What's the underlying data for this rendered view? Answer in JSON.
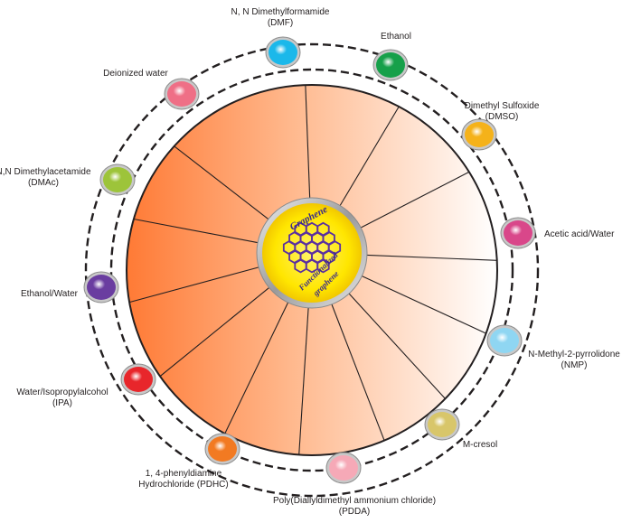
{
  "center": {
    "top_label": "Graphene",
    "bottom_label_line1": "Functionalized",
    "bottom_label_line2": "graphene"
  },
  "colors": {
    "wheel_dark": "#ff7a35",
    "wheel_light": "#ffffff",
    "center_fill": "#ffe600",
    "hexagon": "#5a2fa0"
  },
  "solvents": [
    {
      "line1": "N, N Dimethylformamide",
      "line2": "(DMF)",
      "color": "#1bb8ea"
    },
    {
      "line1": "Ethanol",
      "line2": "",
      "color": "#16a04a"
    },
    {
      "line1": "Dimethyl Sulfoxide",
      "line2": "(DMSO)",
      "color": "#f5b21a"
    },
    {
      "line1": "Acetic acid/Water",
      "line2": "",
      "color": "#d9478a"
    },
    {
      "line1": "N-Methyl-2-pyrrolidone",
      "line2": "(NMP)",
      "color": "#8fd6f2"
    },
    {
      "line1": "M-cresol",
      "line2": "",
      "color": "#d8c66a"
    },
    {
      "line1": "Poly(Diallyldimethyl ammonium chloride)",
      "line2": "(PDDA)",
      "color": "#f6a9b7"
    },
    {
      "line1": "1, 4-phenyldiamine",
      "line2": "Hydrochloride (PDHC)",
      "color": "#f27a22"
    },
    {
      "line1": "Water/Isopropylalcohol",
      "line2": "(IPA)",
      "color": "#e8262b"
    },
    {
      "line1": "Ethanol/Water",
      "line2": "",
      "color": "#6a3da0"
    },
    {
      "line1": "N,N Dimethylacetamide",
      "line2": "(DMAc)",
      "color": "#9dc43a"
    },
    {
      "line1": "Deionized water",
      "line2": "",
      "color": "#ef6f86"
    }
  ]
}
